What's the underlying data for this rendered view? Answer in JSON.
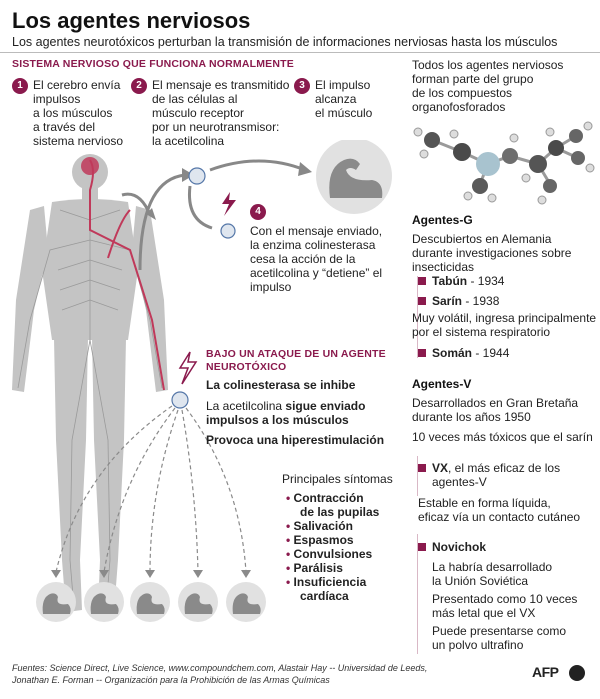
{
  "header": {
    "title": "Los agentes nerviosos",
    "subtitle": "Los agentes neurotóxicos perturban la transmisión de informaciones nerviosas hasta los músculos"
  },
  "normal": {
    "heading": "SISTEMA NERVIOSO QUE FUNCIONA NORMALMENTE",
    "steps": [
      {
        "num": "1",
        "lines": [
          "El cerebro envía",
          "impulsos",
          "a los músculos",
          "a través del",
          "sistema nervioso"
        ]
      },
      {
        "num": "2",
        "lines": [
          "El mensaje es transmitido",
          "de las células al",
          "músculo receptor",
          "por un neurotransmisor:",
          "la acetilcolina"
        ]
      },
      {
        "num": "3",
        "lines": [
          "El impulso",
          "alcanza",
          "el músculo"
        ]
      },
      {
        "num": "4",
        "lines": [
          "Con el mensaje enviado,",
          "la enzima colinesterasa",
          "cesa la acción de la",
          "acetilcolina y “detiene” el",
          "impulso"
        ]
      }
    ]
  },
  "attack": {
    "heading_lines": [
      "BAJO UN ATAQUE DE UN AGENTE",
      "NEUROTÓXICO"
    ],
    "line1": "La colinesterasa se inhibe",
    "line2_pre": "La acetilcolina ",
    "line2_bold": "sigue enviado",
    "line3": "impulsos a los músculos",
    "line4": "Provoca una hiperestimulación"
  },
  "symptoms": {
    "heading": "Principales síntomas",
    "items": [
      [
        "Contracción",
        "de las pupilas"
      ],
      [
        "Salivación"
      ],
      [
        "Espasmos"
      ],
      [
        "Convulsiones"
      ],
      [
        "Parálisis"
      ],
      [
        "Insuficiencia",
        "cardíaca"
      ]
    ]
  },
  "right": {
    "intro": [
      "Todos los agentes nerviosos",
      "forman parte del grupo",
      "de los compuestos",
      "organofosforados"
    ],
    "g_head": "Agentes-G",
    "g_desc": [
      "Descubiertos en Alemania",
      "durante investigaciones sobre",
      "insecticidas"
    ],
    "tabun_name": "Tabún",
    "tabun_year": " - 1934",
    "sarin_name": "Sarín",
    "sarin_year": " - 1938",
    "sarin_desc": [
      "Muy volátil, ingresa principalmente",
      "por el sistema respiratorio"
    ],
    "soman_name": "Somán",
    "soman_year": " - 1944",
    "v_head": "Agentes-V",
    "v_desc": [
      "Desarrollados en Gran Bretaña",
      "durante los años 1950"
    ],
    "v_tox": "10 veces más tóxicos que el sarín",
    "vx_name": "VX",
    "vx_text1": ", el más eficaz de los",
    "vx_text2": "agentes-V",
    "vx_desc": [
      "Estable en forma líquida,",
      "eficaz vía un contacto cutáneo"
    ],
    "novichok_name": "Novichok",
    "novichok_a": [
      "La habría desarrollado",
      "la Unión Soviética"
    ],
    "novichok_b": [
      "Presentado como 10 veces",
      "más letal que el VX"
    ],
    "novichok_c": [
      "Puede presentarse como",
      "un polvo ultrafino"
    ]
  },
  "footer": {
    "source1": "Fuentes: Science Direct, Live Science, www.compoundchem.com, Alastair Hay -- Universidad de Leeds,",
    "source2": "Jonathan E. Forman -- Organización para la Prohibición de las Armas Químicas",
    "brand": "AFP"
  },
  "colors": {
    "accent": "#8a1a4d",
    "nerve": "#c0395a",
    "body": "#bdbdbd",
    "dark": "#444444"
  }
}
